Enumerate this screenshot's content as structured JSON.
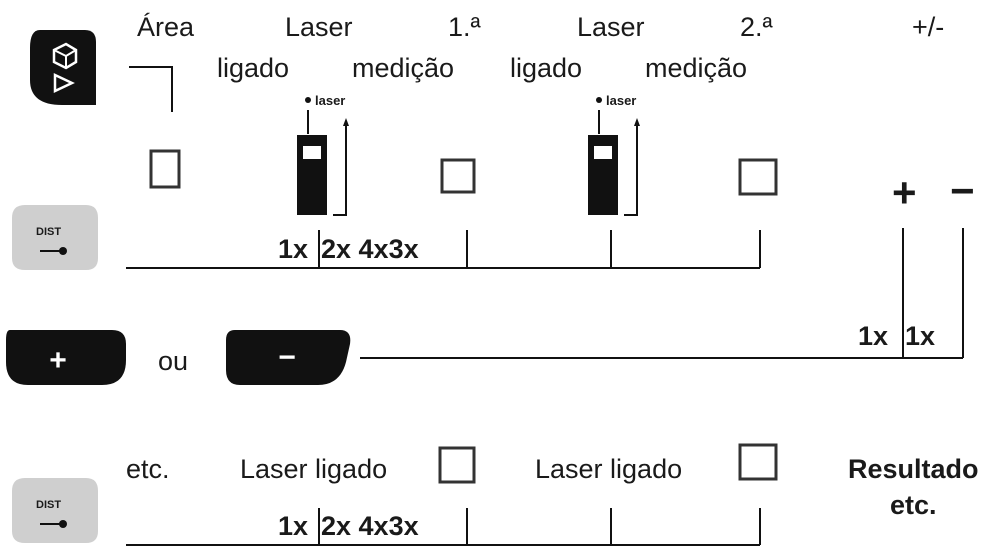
{
  "labels": {
    "area": "Área",
    "laser_on_1": "Laser",
    "laser_on_1_b": "ligado",
    "first_measure_a": "1.ª",
    "first_measure_b": "medição",
    "laser_on_2": "Laser",
    "laser_on_2_b": "ligado",
    "second_measure_a": "2.ª",
    "second_measure_b": "medição",
    "plusminus": "+/-",
    "laser_small_1": "laser",
    "laser_small_2": "laser",
    "press_1x": "1x",
    "press_2x_4x3x": "2x 4x3x",
    "plus_sign": "+",
    "minus_sign": "−",
    "plus_1x": "1x",
    "minus_1x": "1x",
    "or": "ou",
    "etc": "etc.",
    "laser_ligado_1": "Laser ligado",
    "laser_ligado_2": "Laser ligado",
    "bottom_1x": "1x",
    "bottom_2x_4x3x": "2x 4x3x",
    "result": "Resultado",
    "result_etc": "etc."
  },
  "buttons": {
    "dist_top": "DIST",
    "dist_bottom": "DIST",
    "plus": "+",
    "minus": "−"
  },
  "icons": {
    "function_key": "area-volume-function-icon",
    "display_device": "laser-device-display-icon"
  },
  "colors": {
    "key_dark": "#111111",
    "key_grey": "#cfcfcf",
    "line": "#111111"
  }
}
